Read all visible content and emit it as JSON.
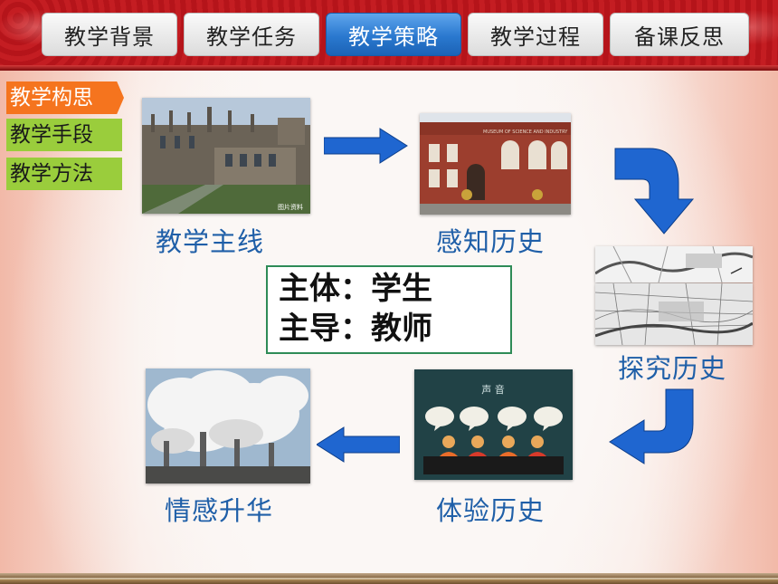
{
  "tabs": [
    {
      "label": "教学背景",
      "active": false
    },
    {
      "label": "教学任务",
      "active": false
    },
    {
      "label": "教学策略",
      "active": true
    },
    {
      "label": "教学过程",
      "active": false
    },
    {
      "label": "备课反思",
      "active": false
    }
  ],
  "side_tags": [
    {
      "label": "教学构思",
      "color": "#f5741e"
    },
    {
      "label": "教学手段",
      "color": "#9acd3c"
    },
    {
      "label": "教学方法",
      "color": "#9acd3c"
    }
  ],
  "flow": {
    "main_line": "教学主线",
    "perceive": "感知历史",
    "explore": "探究历史",
    "experience": "体验历史",
    "emotion": "情感升华"
  },
  "center_box": {
    "line1": "主体：学生",
    "line2": "主导：教师"
  },
  "voice_image": {
    "caption": "声 音"
  },
  "colors": {
    "active_tab": "#2a78cf",
    "arrow_blue": "#1f66d0",
    "label_blue": "#1f5fa8",
    "tag_orange": "#f5741e",
    "tag_green": "#9acd3c",
    "box_border": "#2e8b57"
  }
}
